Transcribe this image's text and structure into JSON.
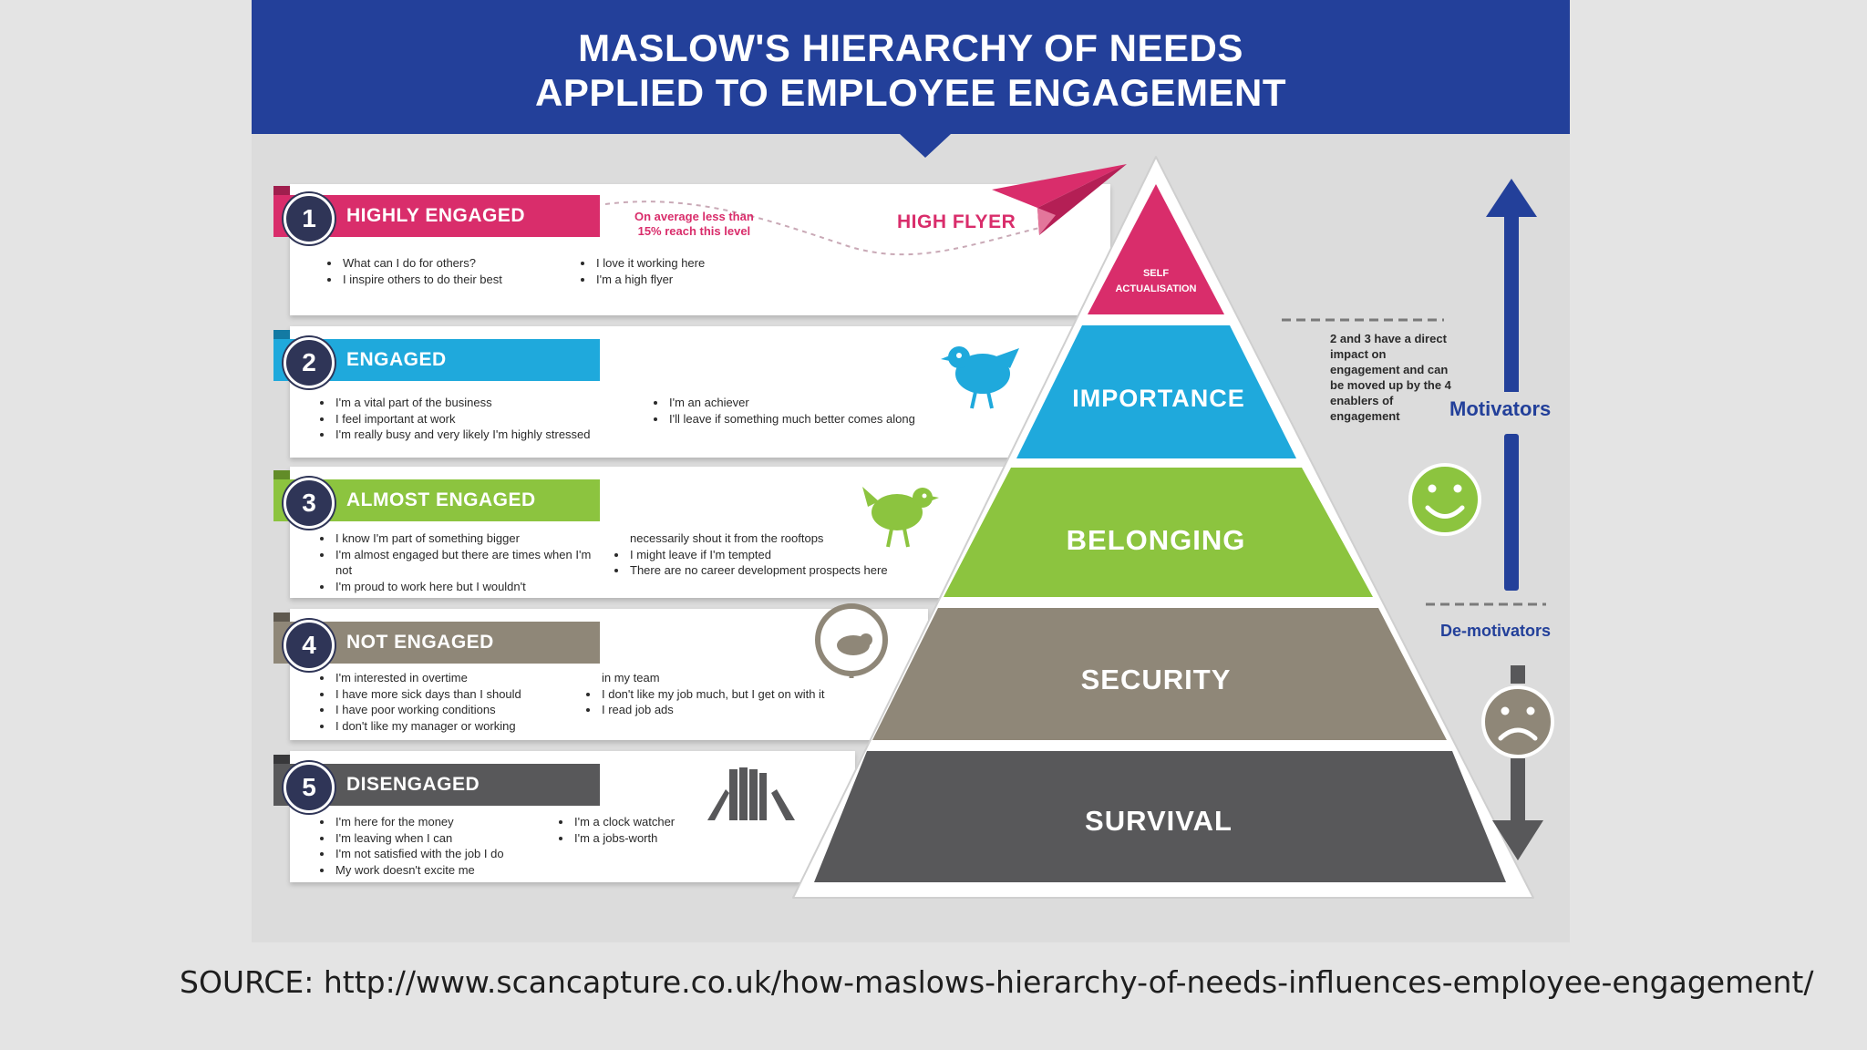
{
  "title": {
    "line1": "MASLOW'S HIERARCHY OF NEEDS",
    "line2": "APPLIED TO EMPLOYEE ENGAGEMENT"
  },
  "colors": {
    "banner": "#23409a",
    "highly_engaged": "#d92d6b",
    "engaged": "#1fa9dc",
    "almost_engaged": "#8cc43f",
    "not_engaged": "#8f8778",
    "disengaged": "#58585a",
    "smile": "#8cc43f",
    "frown": "#8f8778"
  },
  "levels": [
    {
      "number": "1",
      "label": "HIGHLY ENGAGED",
      "col1": [
        "What can I do for others?",
        "I inspire others to do their best"
      ],
      "col2": [
        "I love it working here",
        "I'm a high flyer"
      ]
    },
    {
      "number": "2",
      "label": "ENGAGED",
      "col1": [
        "I'm a vital part of the business",
        "I feel important at work",
        "I'm really busy and very likely I'm highly stressed"
      ],
      "col2": [
        "I'm an achiever",
        "I'll leave if something much better comes along"
      ]
    },
    {
      "number": "3",
      "label": "ALMOST ENGAGED",
      "col1": [
        "I know I'm part of something bigger",
        "I'm almost engaged but there are times when I'm not",
        "I'm proud to work here but I wouldn't"
      ],
      "col2_lead": "necessarily shout it from the rooftops",
      "col2": [
        "I might leave if I'm tempted",
        "There are no career development prospects here"
      ]
    },
    {
      "number": "4",
      "label": "NOT ENGAGED",
      "col1": [
        "I'm interested in overtime",
        "I have more sick days than I should",
        "I have poor working conditions",
        "I don't like my manager or working"
      ],
      "col2_lead": "in my team",
      "col2": [
        "I don't like my job much, but I get on with it",
        "I read job ads"
      ]
    },
    {
      "number": "5",
      "label": "DISENGAGED",
      "col1": [
        "I'm here for the money",
        "I'm leaving when I can",
        "I'm not satisfied with the job I do",
        "My work doesn't excite me"
      ],
      "col2": [
        "I'm a clock watcher",
        "I'm a jobs-worth"
      ]
    }
  ],
  "pyramid": {
    "top": "SELF ACTUALISATION",
    "importance": "IMPORTANCE",
    "belonging": "BELONGING",
    "security": "SECURITY",
    "survival": "SURVIVAL"
  },
  "high_flyer": "HIGH FLYER",
  "avg_note": [
    "On average less than",
    "15% reach this level"
  ],
  "side_note": "2 and 3 have a direct impact on engagement and can be moved up by the 4 enablers of engagement",
  "motivators": "Motivators",
  "demotivators": "De-motivators",
  "icons": [
    "paper-plane-icon",
    "bird-icon",
    "chicken-icon",
    "hamster-wheel-icon",
    "books-icon",
    "smiley-face-icon",
    "sad-face-icon",
    "up-arrow-icon",
    "down-arrow-icon"
  ],
  "source": "SOURCE: http://www.scancapture.co.uk/how-maslows-hierarchy-of-needs-influences-employee-engagement/"
}
